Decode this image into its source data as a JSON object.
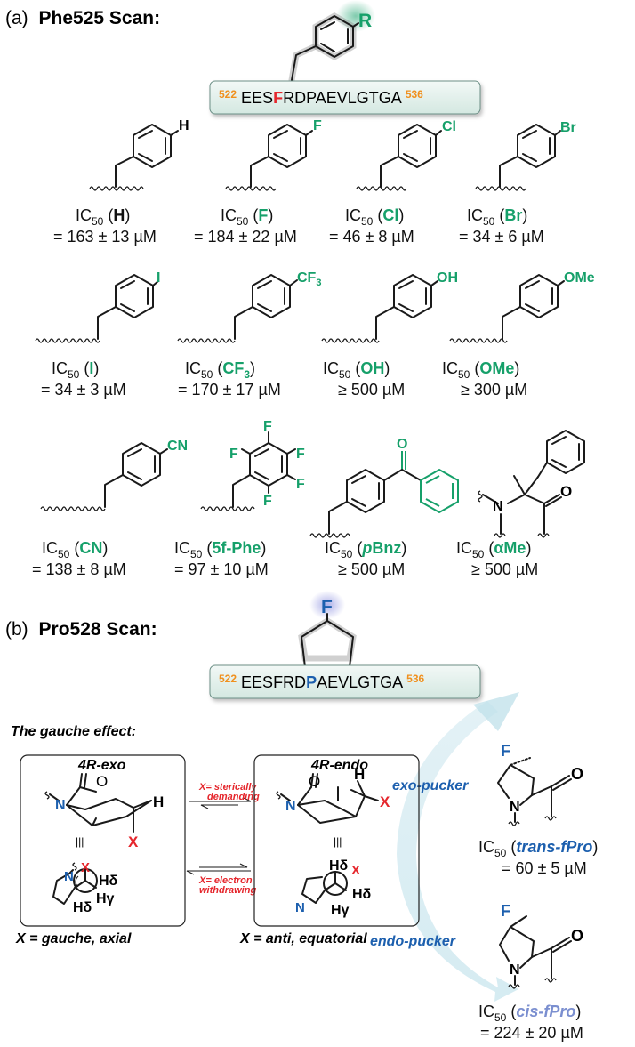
{
  "panel_a": {
    "heading_tag": "(a)",
    "heading_bold": "Phe525 Scan:",
    "substituent_label": "R",
    "peptide": {
      "start_num": "522",
      "pre": "EES",
      "highlight": "F",
      "post": "RDPAEVLGTGA",
      "end_num": "536"
    },
    "compounds": [
      {
        "sub": "H",
        "ic_label": "IC",
        "ic_sub": "50",
        "name": "H",
        "value": "= 163 ± 13 µM"
      },
      {
        "sub": "F",
        "ic_label": "IC",
        "ic_sub": "50",
        "name": "F",
        "value": "= 184 ± 22 µM"
      },
      {
        "sub": "Cl",
        "ic_label": "IC",
        "ic_sub": "50",
        "name": "Cl",
        "value": "= 46 ± 8 µM"
      },
      {
        "sub": "Br",
        "ic_label": "IC",
        "ic_sub": "50",
        "name": "Br",
        "value": "= 34 ± 6 µM"
      },
      {
        "sub": "I",
        "ic_label": "IC",
        "ic_sub": "50",
        "name": "I",
        "value": "= 34 ± 3 µM"
      },
      {
        "sub": "CF3",
        "ic_label": "IC",
        "ic_sub": "50",
        "name": "CF3",
        "value": "= 170 ± 17 µM"
      },
      {
        "sub": "OH",
        "ic_label": "IC",
        "ic_sub": "50",
        "name": "OH",
        "value": "≥ 500 µM"
      },
      {
        "sub": "OMe",
        "ic_label": "IC",
        "ic_sub": "50",
        "name": "OMe",
        "value": "≥ 300 µM"
      },
      {
        "sub": "CN",
        "ic_label": "IC",
        "ic_sub": "50",
        "name": "CN",
        "value": "= 138 ± 8 µM"
      },
      {
        "sub": "F",
        "ic_label": "IC",
        "ic_sub": "50",
        "name": "5f-Phe",
        "value": "= 97 ± 10 µM"
      },
      {
        "sub": "O",
        "ic_label": "IC",
        "ic_sub": "50",
        "name": "pBnz",
        "value": "≥ 500 µM"
      },
      {
        "sub": "O",
        "ic_label": "IC",
        "ic_sub": "50",
        "name": "αMe",
        "value": "≥ 500 µM"
      }
    ],
    "amide_n": "N"
  },
  "panel_b": {
    "heading_tag": "(b)",
    "heading_bold": "Pro528 Scan:",
    "fluoro_label": "F",
    "peptide": {
      "start_num": "522",
      "pre": "EESFRD",
      "highlight": "P",
      "post": "AEVLGTGA",
      "end_num": "536"
    },
    "gauche_title": "The gauche effect:",
    "exo": {
      "title": "4R-exo",
      "caption": "X = gauche, axial",
      "n": "N",
      "o": "O",
      "h": "H",
      "x": "X",
      "hd1": "Hδ",
      "hd2": "Hδ",
      "hg": "Hγ",
      "equiv": "|||"
    },
    "endo": {
      "title": "4R-endo",
      "caption": "X = anti, equatorial",
      "n": "N",
      "o": "O",
      "h": "H",
      "x": "X",
      "hd1": "Hδ",
      "hd2": "Hδ",
      "hg": "Hγ",
      "equiv": "|||"
    },
    "arrow_top": {
      "line1": "X= sterically",
      "line2": "demanding"
    },
    "arrow_bottom": {
      "line1": "X= electron",
      "line2": "withdrawing"
    },
    "exo_pucker": "exo-pucker",
    "endo_pucker": "endo-pucker",
    "trans": {
      "f": "F",
      "n": "N",
      "o": "O",
      "ic_label": "IC",
      "ic_sub": "50",
      "name": "trans-fPro",
      "value": "= 60 ± 5 µM"
    },
    "cis": {
      "f": "F",
      "n": "N",
      "o": "O",
      "ic_label": "IC",
      "ic_sub": "50",
      "name": "cis-fPro",
      "value": "= 224 ± 20 µM"
    }
  },
  "colors": {
    "green": "#16a06a",
    "red": "#e5262c",
    "orange": "#f0901e",
    "blue": "#1c5fae",
    "peptide_box": "#e6f2ee"
  }
}
